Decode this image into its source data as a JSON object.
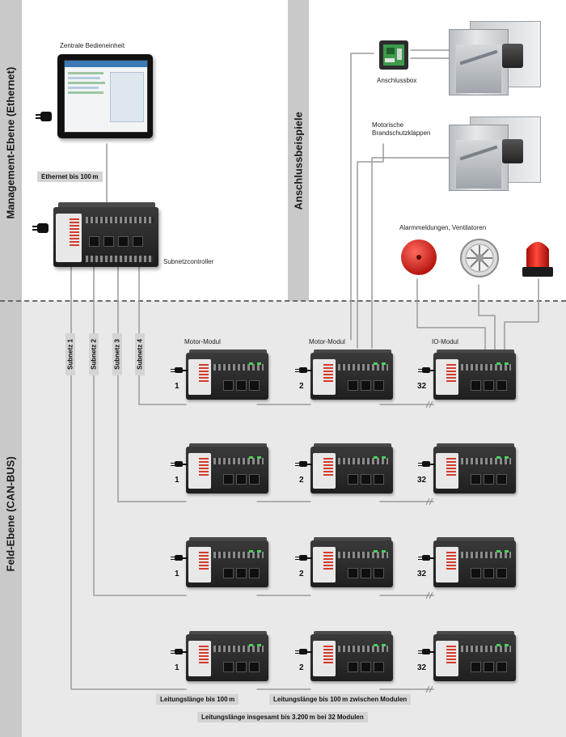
{
  "sections": {
    "management_level": "Management-Ebene (Ethernet)",
    "field_level": "Feld-Ebene (CAN-BUS)",
    "examples": "Anschlussbeispiele"
  },
  "devices": {
    "central_unit": "Zentrale Bedieneinheit",
    "subnet_controller": "Subnetzcontroller",
    "connection_box": "Anschlussbox",
    "motor_dampers_line1": "Motorische",
    "motor_dampers_line2": "Brandschutzklappen",
    "alarms": "Alarmmeldungen, Ventilatoren"
  },
  "ethernet_tag": "Ethernet bis 100 m",
  "subnets": [
    "Subnetz 1",
    "Subnetz 2",
    "Subnetz 3",
    "Subnetz 4"
  ],
  "module_headers": [
    "Motor-Modul",
    "Motor-Modul",
    "IO-Modul"
  ],
  "module_numbers": [
    "1",
    "2",
    "32"
  ],
  "cable_labels": {
    "to_100m": "Leitungslänge bis 100 m",
    "between_modules": "Leitungslänge bis 100 m zwischen Modulen",
    "total": "Leitungslänge insgesamt bis 3.200 m bei 32 Modulen"
  },
  "colors": {
    "field_background": "#e9e9e9",
    "strip": "#c9c9c9",
    "tag": "#d4d4d4",
    "wire": "#9a9a9a",
    "alarm_red": "#d0211c"
  },
  "icons": [
    "power-plug-icon",
    "alarm-bell-icon",
    "fan-icon",
    "beacon-light-icon"
  ]
}
